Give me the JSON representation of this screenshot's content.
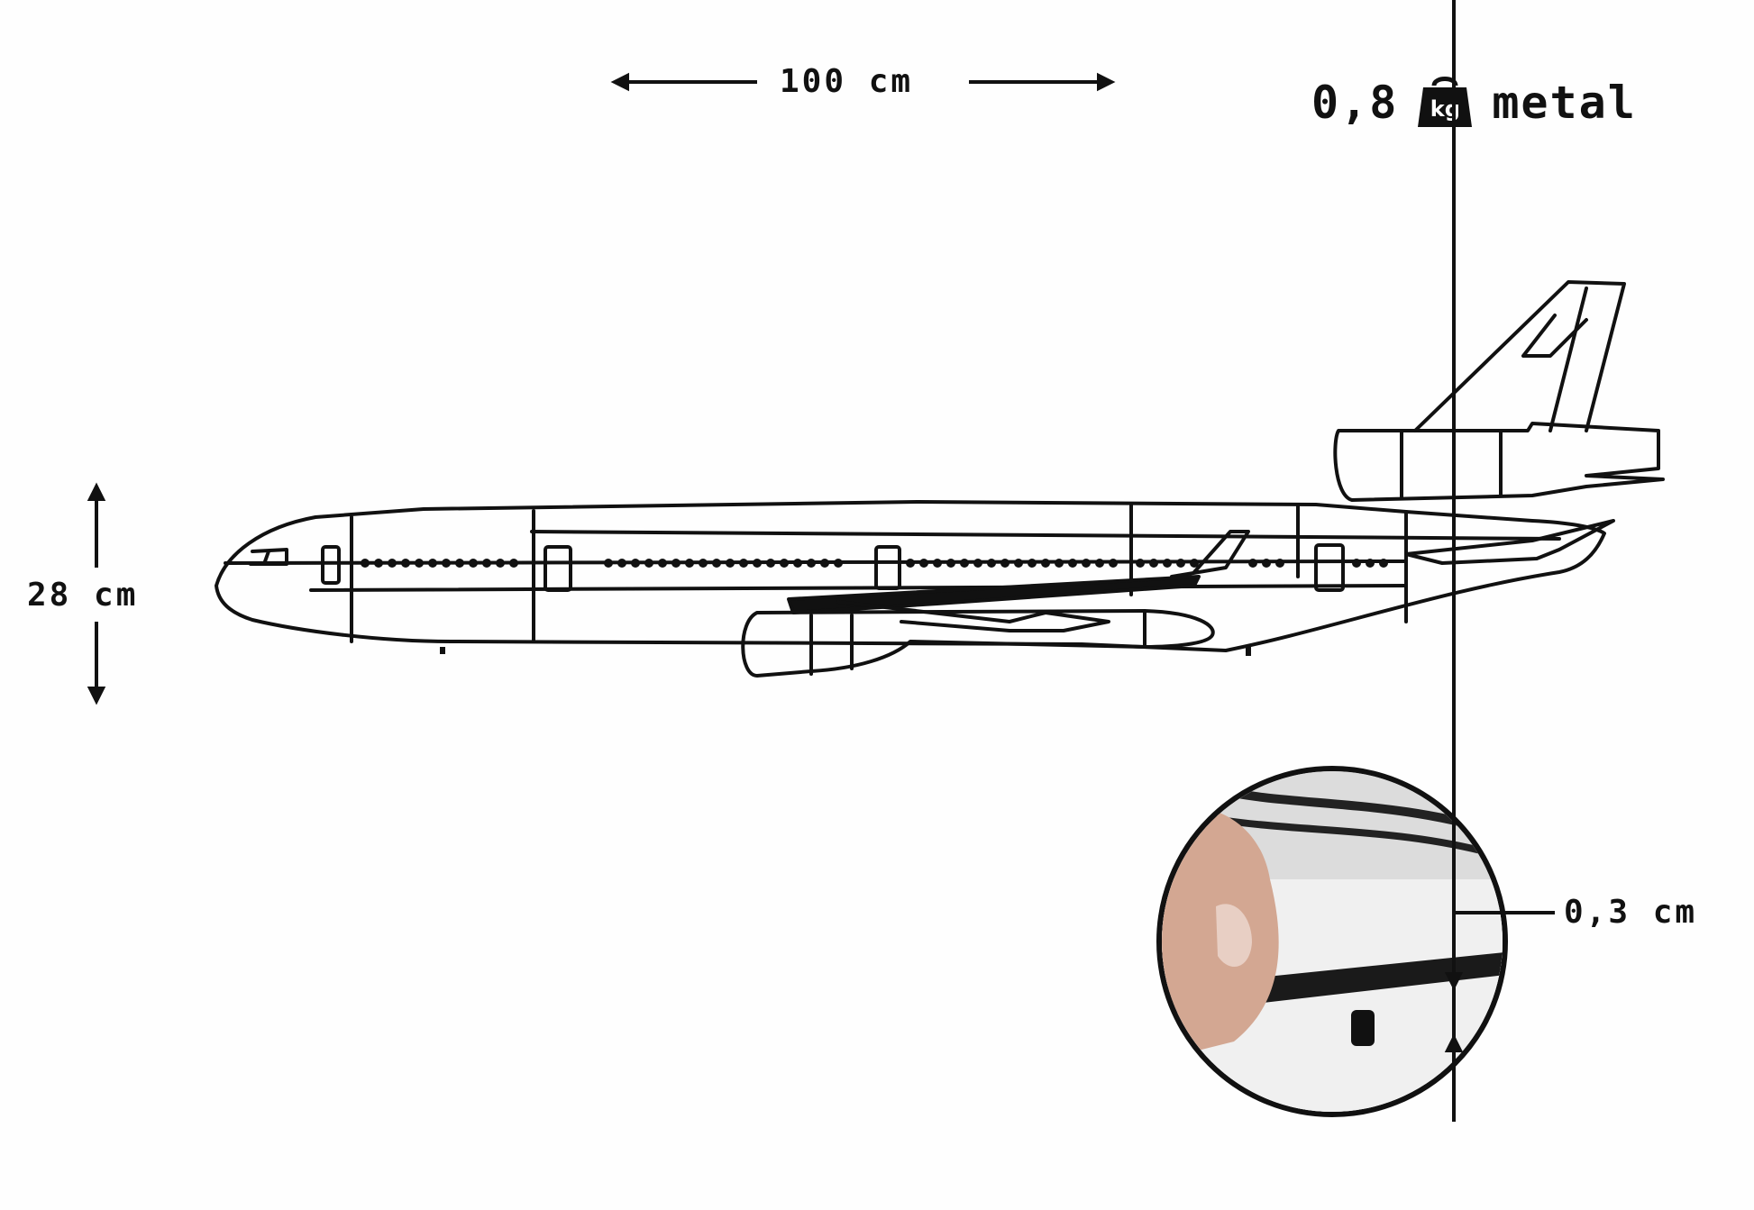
{
  "dimensions": {
    "width": "100 cm",
    "height": "28 cm",
    "thickness": "0,3 cm"
  },
  "weight": {
    "value": "0,8",
    "unit_badge": "kg",
    "material": "metal"
  },
  "icons": {
    "width_arrow": "double-arrow-horizontal-icon",
    "height_arrow": "double-arrow-vertical-icon",
    "weight": "weight-bag-icon"
  },
  "colors": {
    "line": "#111111",
    "background": "#fefefe"
  }
}
